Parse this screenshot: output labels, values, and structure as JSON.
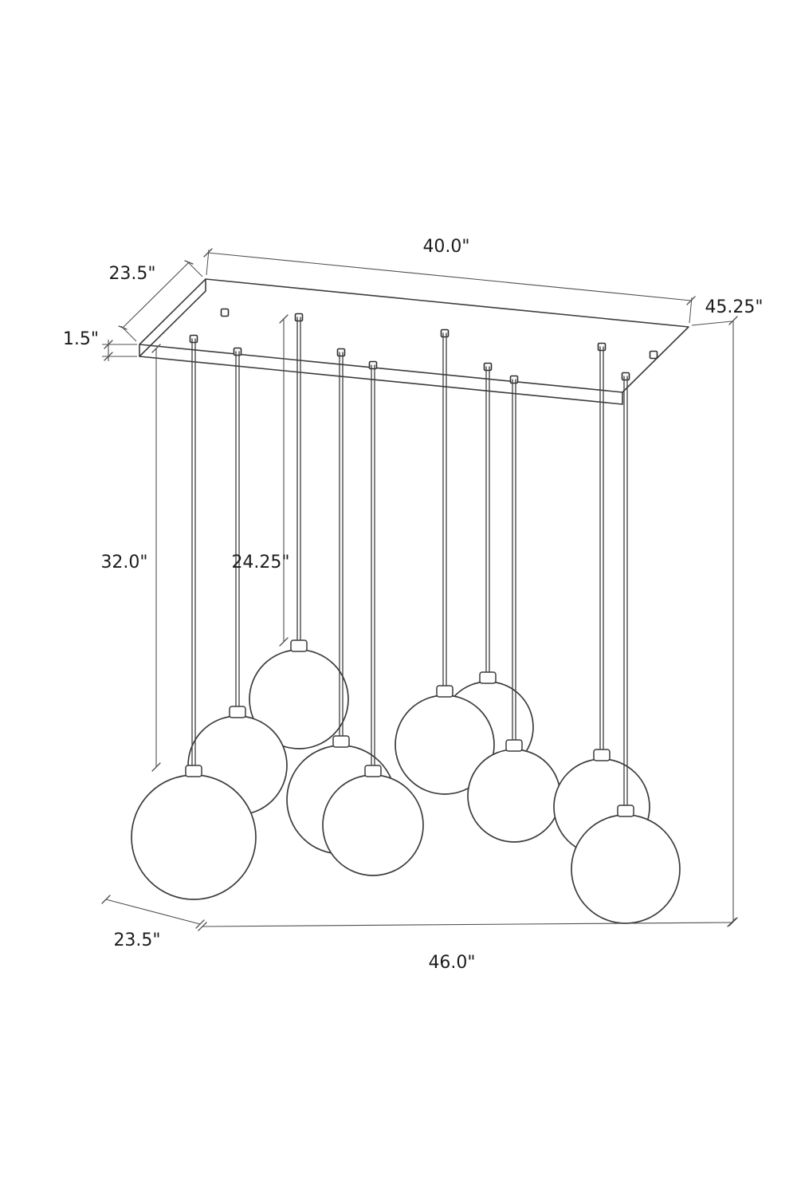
{
  "labels": {
    "top_width": "40.0\"",
    "top_depth": "23.5\"",
    "canopy_thickness": "1.5\"",
    "overall_height": "45.25\"",
    "rod_long_drop": "32.0\"",
    "rod_short_drop": "24.25\"",
    "bottom_depth": "23.5\"",
    "bottom_width": "46.0\""
  },
  "figure": {
    "globe_count": 10,
    "rod_count": 10
  },
  "colors": {
    "line": "#3c3c3c",
    "dimension": "#4f4f4f",
    "text": "#1c1c1c",
    "background": "#ffffff"
  }
}
